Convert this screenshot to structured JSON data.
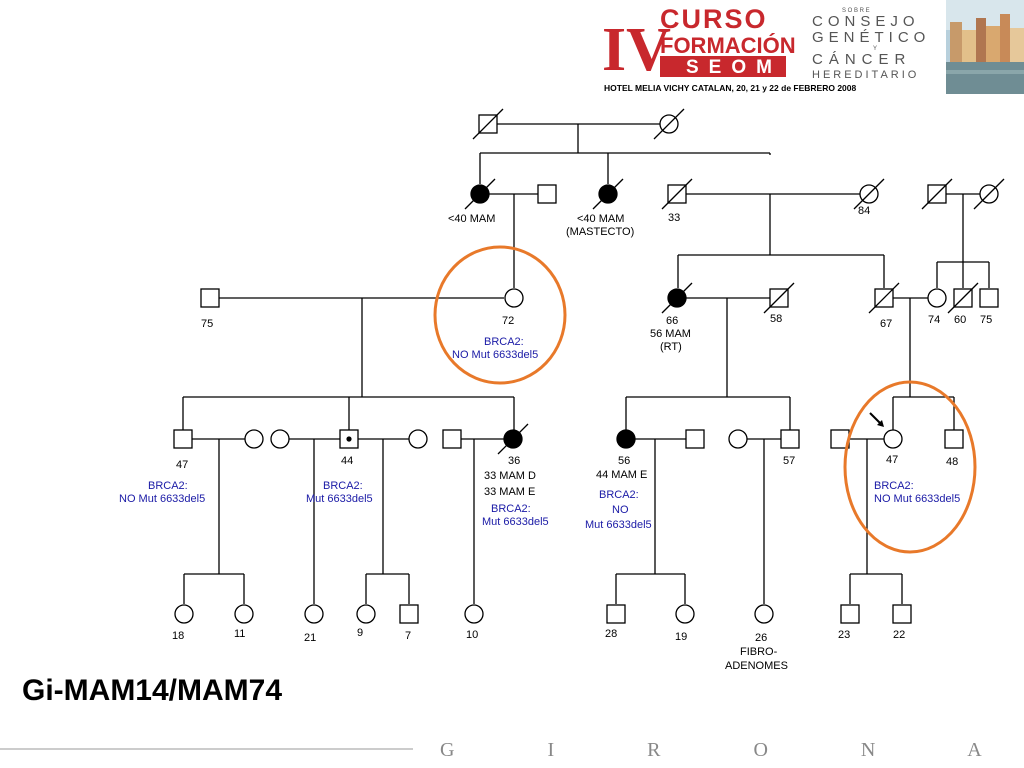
{
  "header": {
    "numeral": "IV",
    "curso": "CURSO",
    "formacion": "FORMACIÓN",
    "seom": "SEOM",
    "hotel": "HOTEL MELIA VICHY CATALAN, 20, 21 y 22 de FEBRERO 2008",
    "sobre": "S O B R E",
    "consejo": "CONSEJO",
    "genetico": "GENÉTICO",
    "y": "Y",
    "cancer": "CÁNCER",
    "hereditario": "HEREDITARIO"
  },
  "title": "Gi-MAM14/MAM74",
  "footer": "G I R O N A",
  "labels": {
    "g1_fem_age": "84",
    "g1_aff1": "<40 MAM",
    "g1_aff2a": "<40 MAM",
    "g1_aff2b": "(MASTECTO)",
    "g1_m33": "33",
    "g2_m75": "75",
    "g2_f72": "72",
    "g2_f72_brca_a": "BRCA2:",
    "g2_f72_brca_b": "NO Mut 6633del5",
    "g2_f66": "66",
    "g2_f66_b": "56 MAM",
    "g2_f66_c": "(RT)",
    "g2_m58": "58",
    "g2_m67": "67",
    "g2_f74": "74",
    "g2_m60": "60",
    "g2_m75b": "75",
    "g3_m47": "47",
    "g3_m47_a": "BRCA2:",
    "g3_m47_b": "NO Mut 6633del5",
    "g3_m44": "44",
    "g3_m44_a": "BRCA2:",
    "g3_m44_b": "Mut 6633del5",
    "g3_f36": "36",
    "g3_f36_b": "33 MAM D",
    "g3_f36_c": "33 MAM E",
    "g3_f36_d": "BRCA2:",
    "g3_f36_e": "Mut 6633del5",
    "g3_f56": "56",
    "g3_f56_b": "44 MAM E",
    "g3_f56_c": "BRCA2:",
    "g3_f56_d": "NO",
    "g3_f56_e": "Mut 6633del5",
    "g3_m57": "57",
    "g3_f47": "47",
    "g3_f47_a": "BRCA2:",
    "g3_f47_b": "NO Mut 6633del5",
    "g3_m48": "48",
    "g4_18": "18",
    "g4_11": "11",
    "g4_21": "21",
    "g4_9": "9",
    "g4_7": "7",
    "g4_10": "10",
    "g4_28": "28",
    "g4_19": "19",
    "g4_26": "26",
    "g4_26_b": "FIBRO-",
    "g4_26_c": "ADENOMES",
    "g4_23": "23",
    "g4_22": "22"
  },
  "colors": {
    "accent_orange": "#e8792a",
    "seom_red": "#c8282d",
    "brca_blue": "#1a1aa6"
  }
}
